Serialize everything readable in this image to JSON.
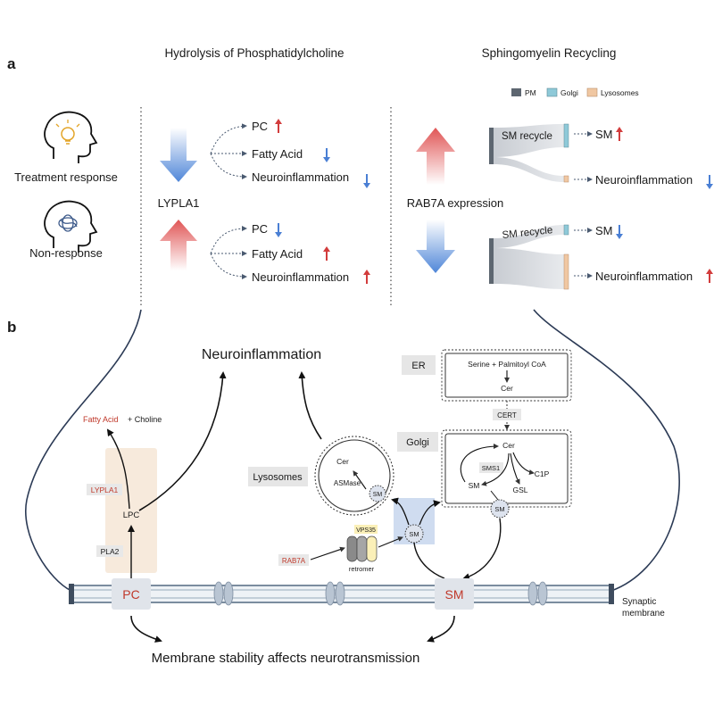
{
  "panel_a": {
    "label": "a",
    "left_title": "Hydrolysis of Phosphatidylcholine",
    "right_title": "Sphingomyelin Recycling",
    "row_top": "Treatment response",
    "row_bottom": "Non-response",
    "gene_left": "LYPLA1",
    "gene_right": "RAB7A expression",
    "left_top_outcomes": [
      "PC",
      "Fatty Acid",
      "Neuroinflammation"
    ],
    "left_bottom_outcomes": [
      "PC",
      "Fatty Acid",
      "Neuroinflammation"
    ],
    "legend": [
      "PM",
      "Golgi",
      "Lysosomes"
    ],
    "sm_recycle": "SM recycle",
    "right_outcome_sm": "SM",
    "right_outcome_neuro": "Neuroinflammation"
  },
  "panel_b": {
    "label": "b",
    "neuroinflammation": "Neuroinflammation",
    "fatty_acid": "Fatty Acid",
    "choline": "+ Choline",
    "lypla1": "LYPLA1",
    "lpc": "LPC",
    "pla2": "PLA2",
    "pc": "PC",
    "sm": "SM",
    "er": "ER",
    "serine": "Serine  + Palmitoyl  CoA",
    "cer": "Cer",
    "cert": "CERT",
    "golgi": "Golgi",
    "sms1": "SMS1",
    "c1p": "C1P",
    "gsl": "GSL",
    "lysosomes": "Lysosomes",
    "asmase": "ASMase",
    "rab7a": "RAB7A",
    "vps35": "VPS35",
    "retromer": "retromer",
    "synaptic_membrane_1": "Synaptic",
    "synaptic_membrane_2": "membrane",
    "bottom_caption": "Membrane stability affects neurotransmission"
  },
  "colors": {
    "red": "#c0392b",
    "blue": "#4a7fd4",
    "pm": "#5d6670",
    "golgi": "#8ec9d8",
    "lysosome": "#f0c7a2"
  }
}
